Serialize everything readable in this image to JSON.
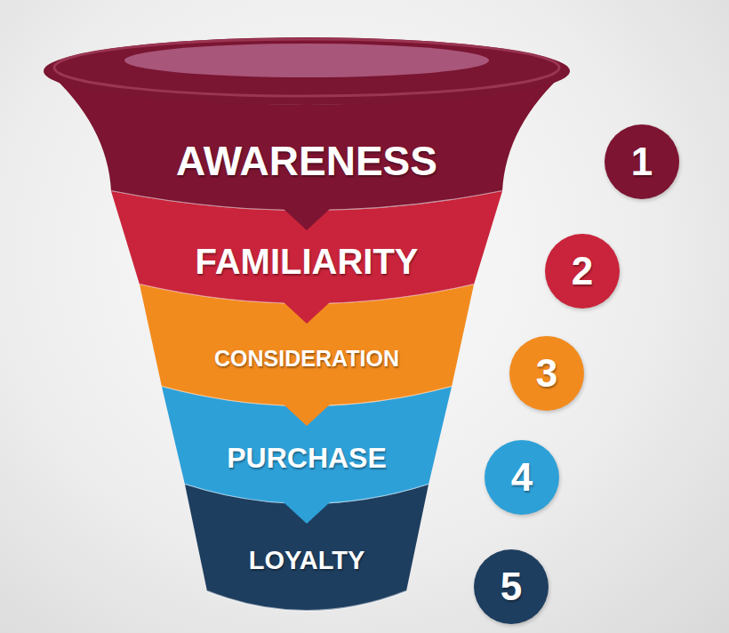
{
  "diagram": {
    "nodes": [
      {
        "text": [
          "AWARENESS"
        ]
      },
      {
        "text": [
          "1"
        ]
      },
      {
        "text": [
          "FAMILIARITY"
        ]
      },
      {
        "text": [
          "2"
        ]
      },
      {
        "text": [
          "CONSIDERATION"
        ]
      },
      {
        "text": [
          "3"
        ]
      },
      {
        "text": [
          "PURCHASE"
        ]
      },
      {
        "text": [
          "4"
        ]
      },
      {
        "text": [
          "LOYALTY"
        ]
      },
      {
        "text": [
          "5"
        ]
      }
    ],
    "edges": [
      {
        "from": 0,
        "to": 2,
        "arrow": "to"
      },
      {
        "from": 2,
        "to": 4,
        "arrow": "to"
      },
      {
        "from": 4,
        "to": 6,
        "arrow": "to"
      },
      {
        "from": 6,
        "to": 8,
        "arrow": "to"
      }
    ]
  }
}
